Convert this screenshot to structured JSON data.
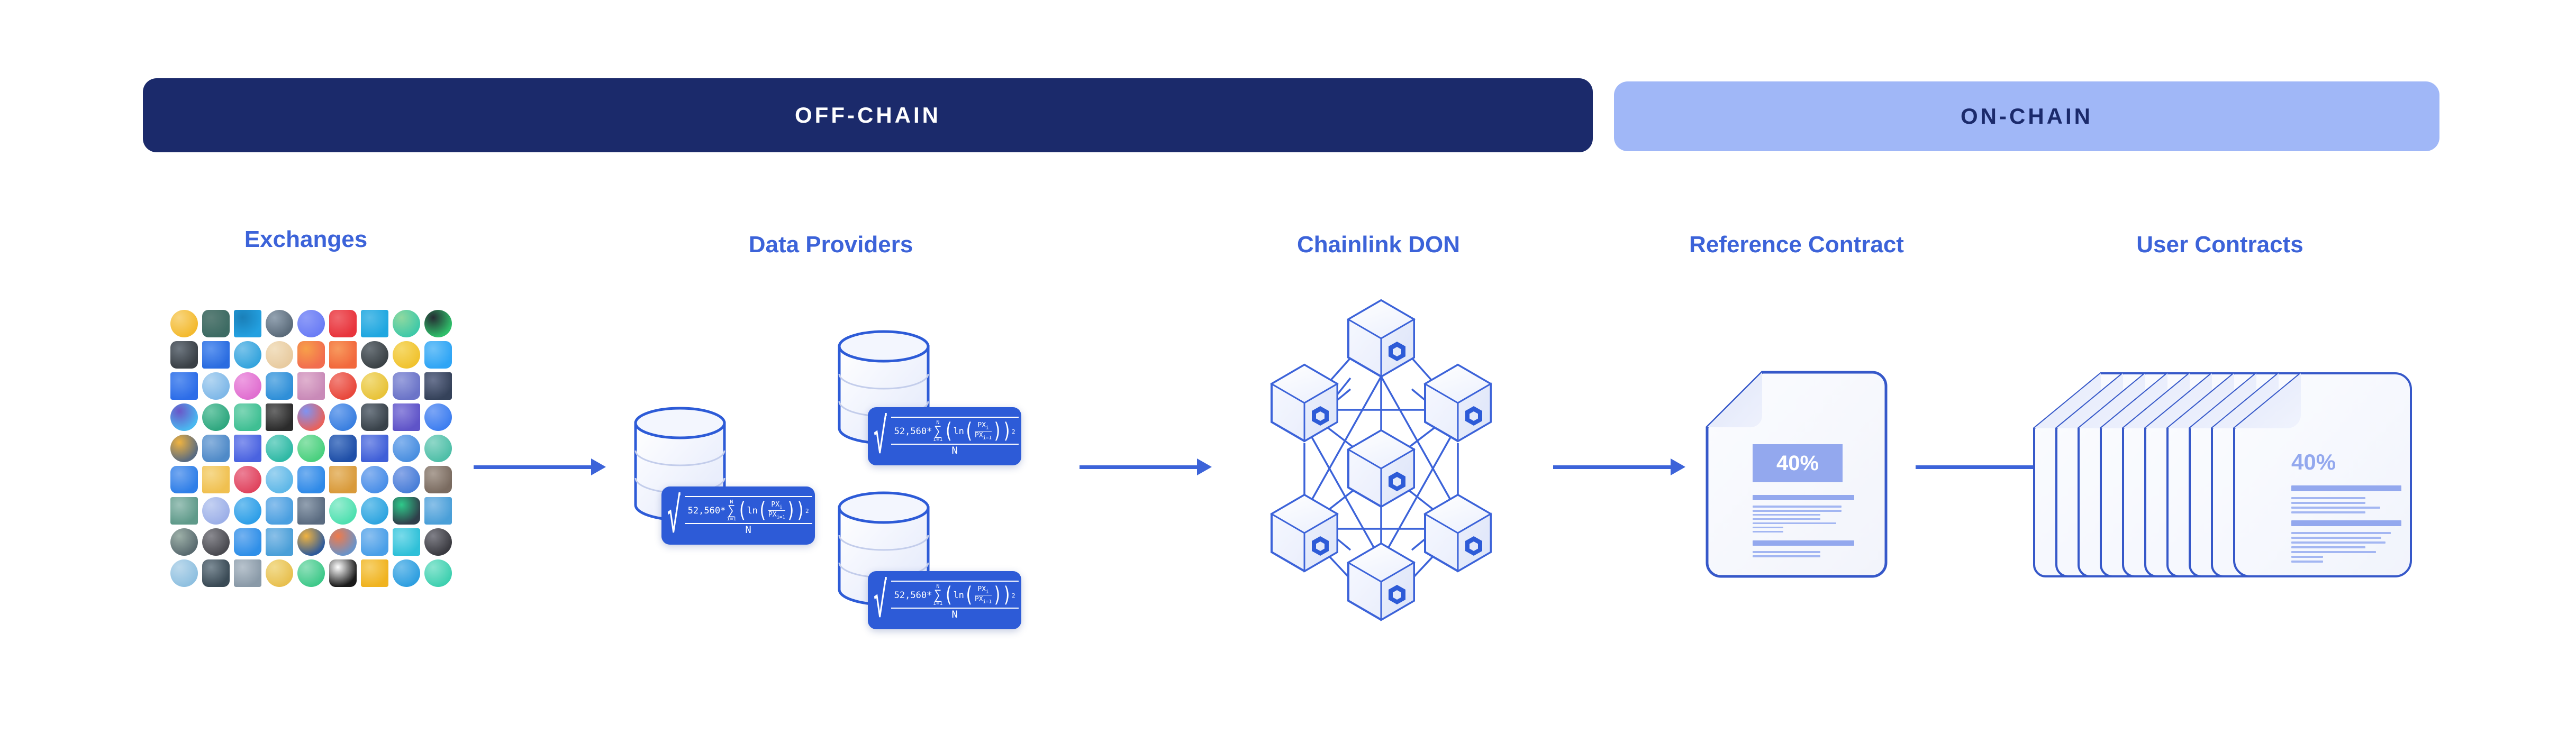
{
  "header": {
    "offchain": {
      "label": "OFF-CHAIN",
      "bg": "#1b2a6b",
      "text_color": "#ffffff"
    },
    "onchain": {
      "label": "ON-CHAIN",
      "bg": "#a0b7f7",
      "text_color": "#1b2a6b"
    }
  },
  "accent_color": "#3c63d9",
  "formula_card_color": "#2d5bd7",
  "columns": [
    {
      "key": "exchanges",
      "label": "Exchanges"
    },
    {
      "key": "data_providers",
      "label": "Data Providers"
    },
    {
      "key": "chainlink_don",
      "label": "Chainlink DON"
    },
    {
      "key": "reference_contract",
      "label": "Reference Contract"
    },
    {
      "key": "user_contracts",
      "label": "User Contracts"
    }
  ],
  "exchanges": {
    "grid_columns": 9,
    "grid_rows": 9,
    "logos": [
      "binance-icon",
      "stormx-icon",
      "kucoin-icon",
      "yobit-icon",
      "bitmart-icon",
      "bitbns-icon",
      "sistemkoin-icon",
      "liquid-icon",
      "coinegg-icon",
      "bitforex-icon",
      "okex-icon",
      "hitbtc-icon",
      "bitbank-icon",
      "coinone-icon",
      "bibox-icon",
      "deribit-icon",
      "omgfin-icon",
      "lbank-icon",
      "dextrade-icon",
      "altilly-icon",
      "stex-icon",
      "bitso-icon",
      "bithumb-icon",
      "hotbit-icon",
      "bitrue-icon",
      "bitkub-icon",
      "cointiger-icon",
      "korbit-icon",
      "tokenize-icon",
      "kyber-icon",
      "bitbay-icon",
      "bitmex-icon",
      "bitz-icon",
      "bitpanda-icon",
      "coinfloor-icon",
      "switcheo-icon",
      "bitfinex-icon",
      "coinsbit-icon",
      "kraken-icon",
      "coinex-icon",
      "coinbene-icon",
      "bitstamp-icon",
      "bitbox-icon",
      "coinmate-icon",
      "phoenix-icon",
      "zbg-icon",
      "coinsuper-icon",
      "huobi-icon",
      "bitblocks-icon",
      "bitmax-icon",
      "zbcom-icon",
      "bitcoincom-icon",
      "digifinex-icon",
      "lykke-icon",
      "exmo-mountain-icon",
      "exmo-icon",
      "dragonex-icon",
      "bitmarket-icon",
      "coinfield-icon",
      "gemini-icon",
      "bitflyer-icon",
      "bigone-icon",
      "bitbank2-icon",
      "leafcoin-icon",
      "trustdex-icon",
      "coinall-icon",
      "bitrabbit-icon",
      "coinsuper2-icon",
      "bitpoint-icon",
      "rightbtc-icon",
      "diamond-icon",
      "braziliex-icon",
      "bluefin-icon",
      "ftx-icon",
      "poloniex-icon",
      "hbtc-icon",
      "mosaic-icon",
      "whitebit-icon",
      "dobi-icon",
      "fatbtc-icon",
      "bullish-icon"
    ]
  },
  "data_providers": {
    "nodes": [
      {
        "id": "dp-1",
        "position": "left-lower"
      },
      {
        "id": "dp-2",
        "position": "right-upper"
      },
      {
        "id": "dp-3",
        "position": "right-lower"
      }
    ],
    "formula": {
      "description": "annualized realized volatility",
      "radical": "√",
      "numerator_constant": "52,560*",
      "sigma": "∑",
      "sigma_upper": "N",
      "sigma_lower": "i=1",
      "log": "ln",
      "fraction_top": "PX",
      "fraction_top_sub": "i",
      "fraction_bottom": "PX",
      "fraction_bottom_sub": "i=1",
      "exponent": "2",
      "denominator": "N"
    }
  },
  "chainlink_don": {
    "node_count": 7,
    "node_icon": "chainlink-hexagon-icon",
    "node_positions": [
      "top",
      "upper-left",
      "upper-right",
      "center",
      "lower-left",
      "lower-right",
      "bottom"
    ]
  },
  "reference_contract": {
    "percentage": "40%",
    "percentage_style": "banner",
    "heading_bars": 2,
    "body_line_groups": [
      7,
      2
    ]
  },
  "user_contracts": {
    "stack_count": 10,
    "percentage": "40%",
    "percentage_style": "plain",
    "heading_bars": 2,
    "body_line_groups": [
      4,
      7
    ]
  },
  "arrows": [
    {
      "id": "arrow-exchanges-to-providers",
      "from": "exchanges",
      "to": "data_providers"
    },
    {
      "id": "arrow-providers-to-don",
      "from": "data_providers",
      "to": "chainlink_don"
    },
    {
      "id": "arrow-don-to-reference",
      "from": "chainlink_don",
      "to": "reference_contract"
    },
    {
      "id": "arrow-reference-to-user",
      "from": "reference_contract",
      "to": "user_contracts"
    }
  ]
}
